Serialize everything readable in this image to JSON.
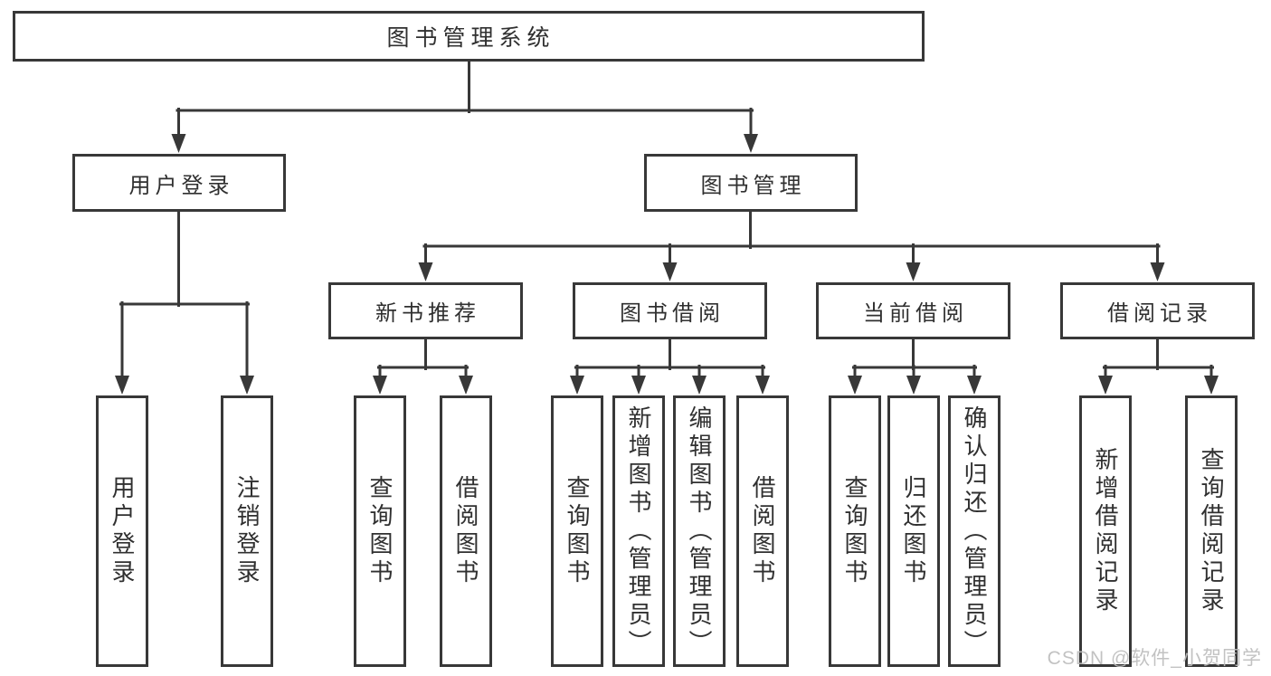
{
  "diagram_title": "图书管理系统",
  "watermark": {
    "text": "CSDN @软件_小贺同学"
  },
  "colors": {
    "line": "#383838",
    "text": "#303030",
    "box-fill": "#ffffff",
    "bg": "#ffffff",
    "watermark": "#bdbdbd"
  },
  "tree": {
    "root": "图书管理系统",
    "level2": [
      {
        "label": "用户登录",
        "leaves": [
          "用户登录",
          "注销登录"
        ]
      },
      {
        "label": "图书管理",
        "groups": [
          {
            "label": "新书推荐",
            "leaves": [
              "查询图书",
              "借阅图书"
            ]
          },
          {
            "label": "图书借阅",
            "leaves": [
              "查询图书",
              "新增图书（管理员）",
              "编辑图书（管理员）",
              "借阅图书"
            ]
          },
          {
            "label": "当前借阅",
            "leaves": [
              "查询图书",
              "归还图书",
              "确认归还（管理员）"
            ]
          },
          {
            "label": "借阅记录",
            "leaves": [
              "新增借阅记录",
              "查询借阅记录"
            ]
          }
        ]
      }
    ]
  }
}
